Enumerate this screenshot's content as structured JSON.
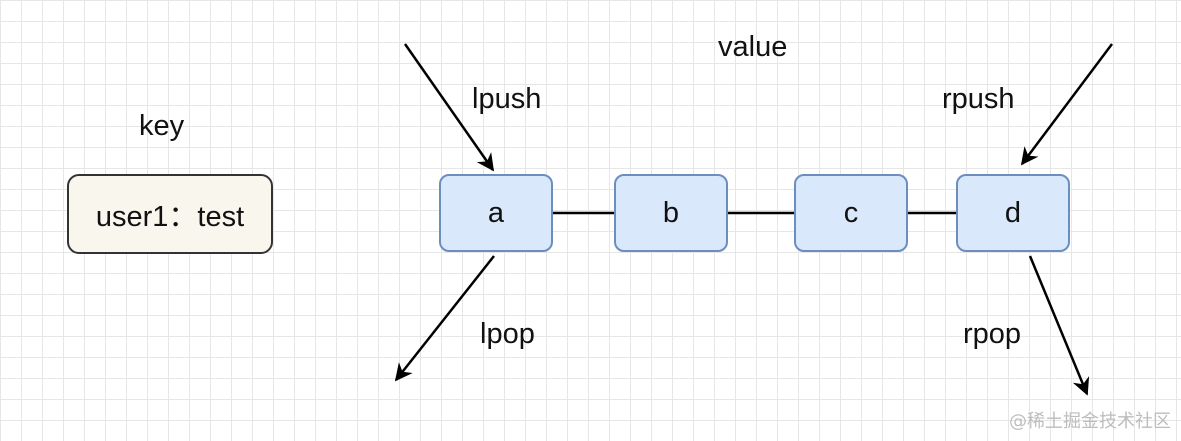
{
  "labels": {
    "key": "key",
    "value": "value",
    "lpush": "lpush",
    "rpush": "rpush",
    "lpop": "lpop",
    "rpop": "rpop"
  },
  "key_box": {
    "text": "user1：test"
  },
  "nodes": [
    "a",
    "b",
    "c",
    "d"
  ],
  "watermark": "@稀土掘金技术社区",
  "colors": {
    "node_fill": "#dae8fc",
    "node_stroke": "#6c8ebf",
    "key_fill": "#f9f7ed",
    "key_stroke": "#333333",
    "grid": "#e6e6e6",
    "arrow": "#000000"
  }
}
